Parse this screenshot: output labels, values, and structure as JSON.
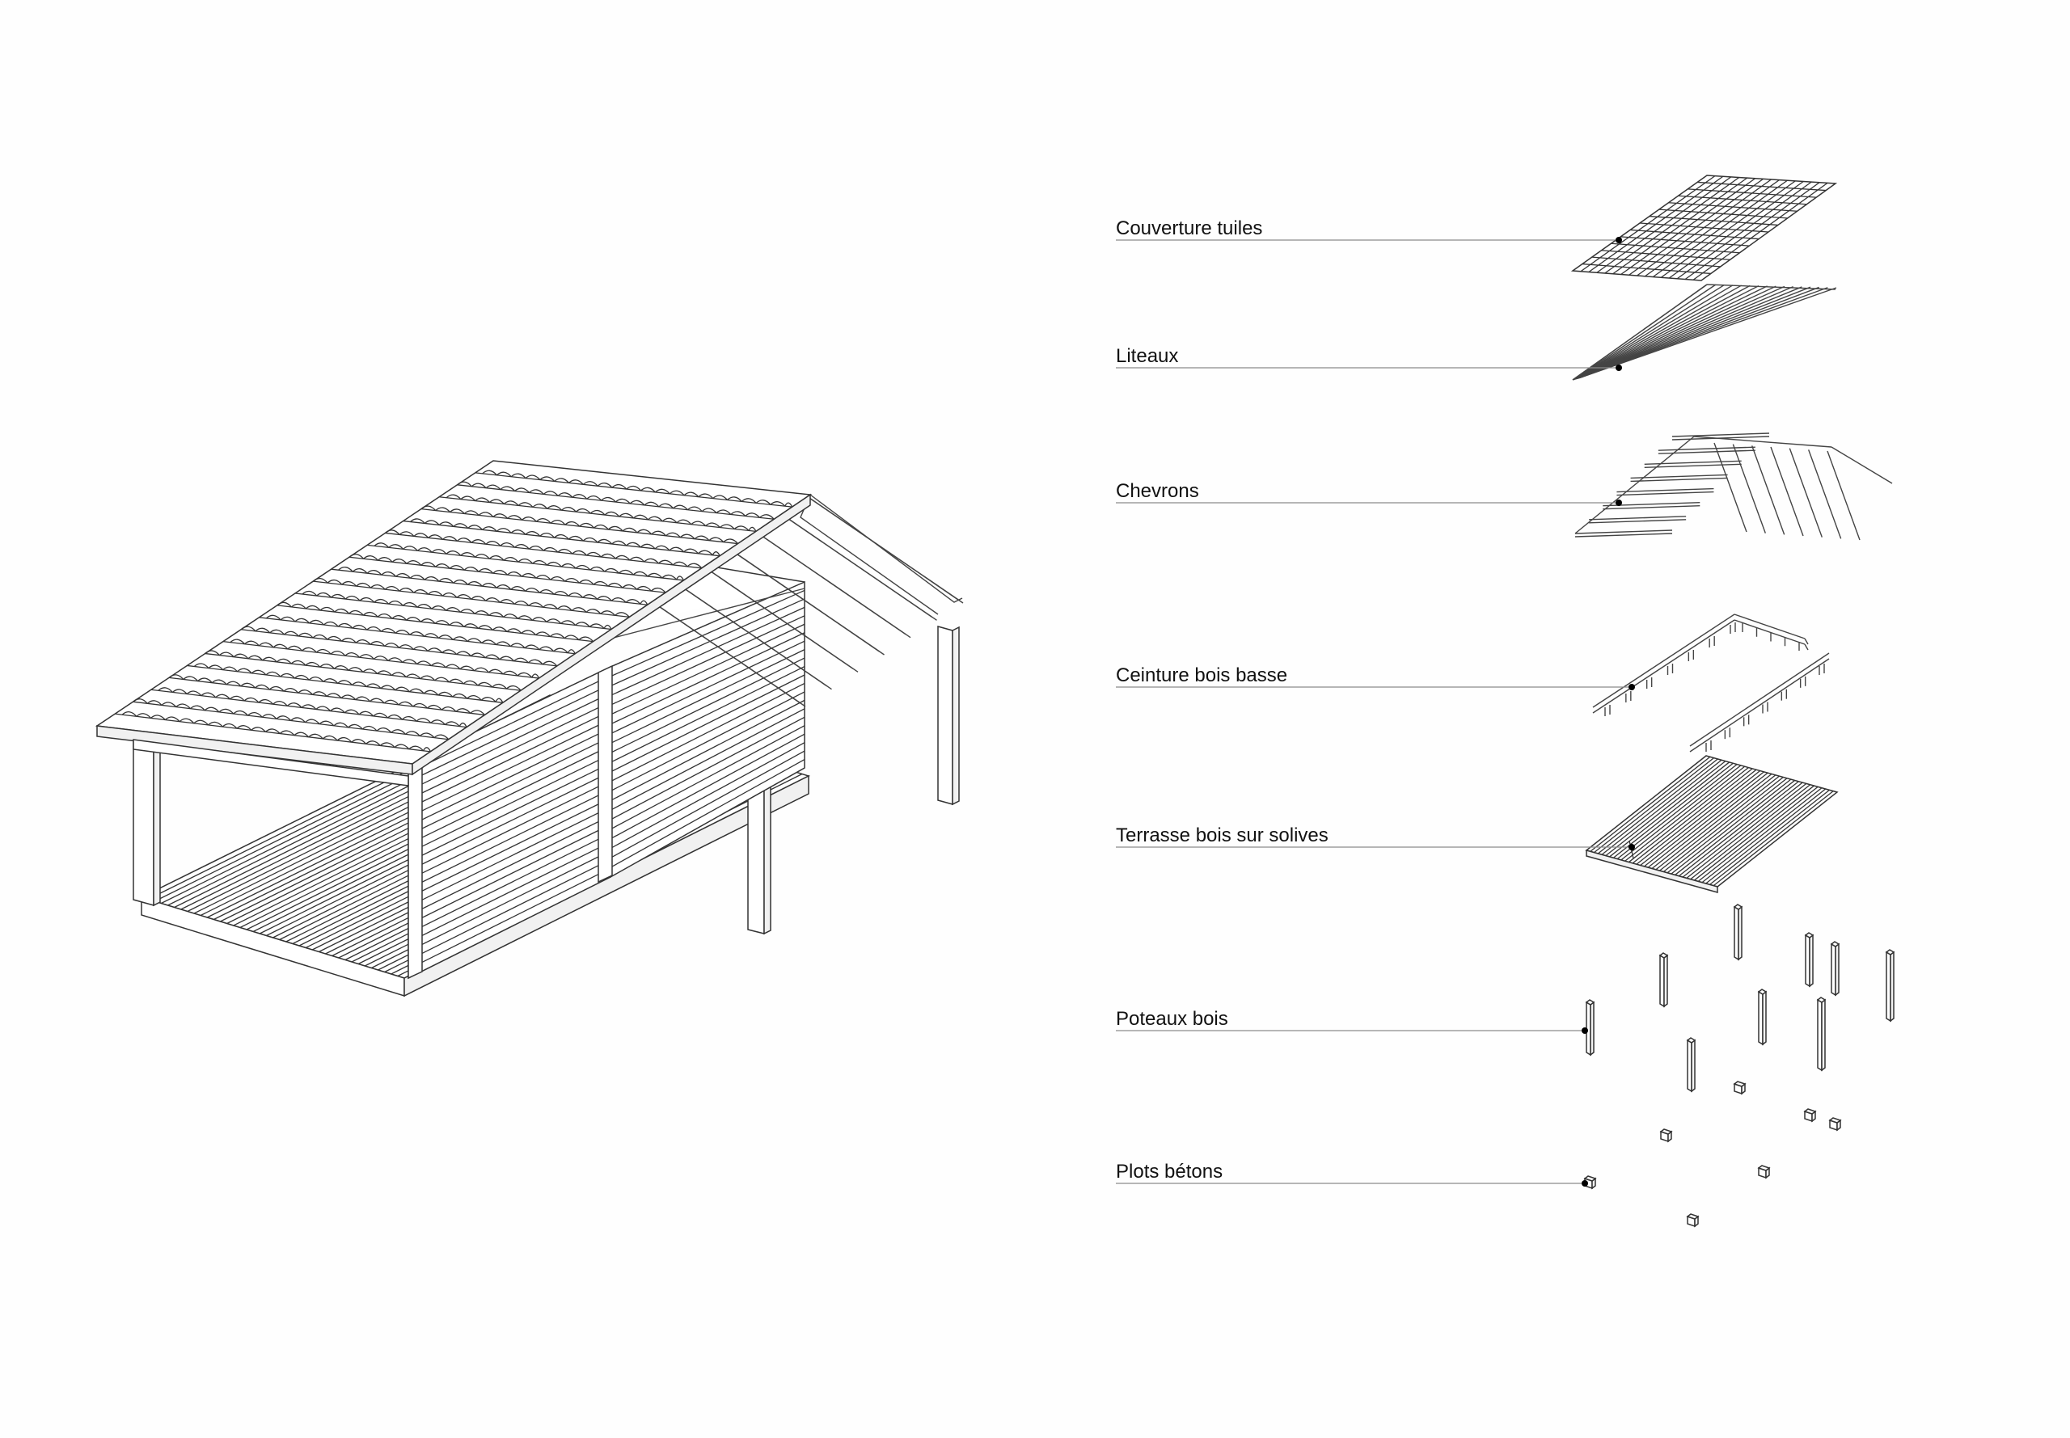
{
  "diagram": {
    "components": [
      {
        "id": "couverture",
        "label": "Couverture tuiles"
      },
      {
        "id": "liteaux",
        "label": "Liteaux"
      },
      {
        "id": "chevrons",
        "label": "Chevrons"
      },
      {
        "id": "ceinture",
        "label": "Ceinture bois basse"
      },
      {
        "id": "terrasse",
        "label": "Terrasse bois sur solives"
      },
      {
        "id": "poteaux",
        "label": "Poteaux bois"
      },
      {
        "id": "plots",
        "label": "Plots bétons"
      }
    ]
  }
}
